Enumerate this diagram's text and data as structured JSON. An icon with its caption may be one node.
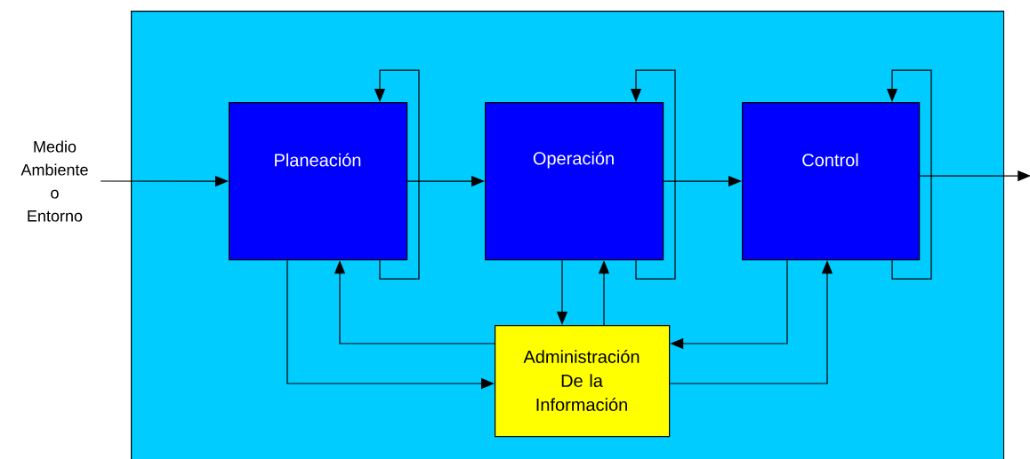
{
  "diagram": {
    "nodes": [
      {
        "text": [],
        "shape": "box"
      },
      {
        "text": [
          "Medio Ambiente o Entorno"
        ]
      },
      {
        "text": [
          "Planeación"
        ],
        "in": 0
      },
      {
        "text": [
          "Operación"
        ],
        "in": 0
      },
      {
        "text": [
          "Control"
        ],
        "in": 0
      },
      {
        "text": [
          "Administración De la Información"
        ],
        "in": 0
      }
    ],
    "edges": [
      {
        "from": 1,
        "to": 2,
        "arrow": "to"
      },
      {
        "from": 2,
        "to": 3,
        "arrow": "to"
      },
      {
        "from": 3,
        "to": 4,
        "arrow": "to"
      },
      {
        "from": 4,
        "to": null,
        "arrow": "to"
      },
      {
        "from": 2,
        "to": 2,
        "arrow": "to"
      },
      {
        "from": 3,
        "to": 3,
        "arrow": "to"
      },
      {
        "from": 4,
        "to": 4,
        "arrow": "to"
      },
      {
        "from": 3,
        "to": 5,
        "arrow": "to"
      },
      {
        "from": 5,
        "to": 3,
        "arrow": "to"
      },
      {
        "from": 5,
        "to": 2,
        "arrow": "to"
      },
      {
        "from": 2,
        "to": 5,
        "arrow": "to"
      },
      {
        "from": 4,
        "to": 5,
        "arrow": "to"
      },
      {
        "from": 5,
        "to": 4,
        "arrow": "to"
      }
    ]
  }
}
